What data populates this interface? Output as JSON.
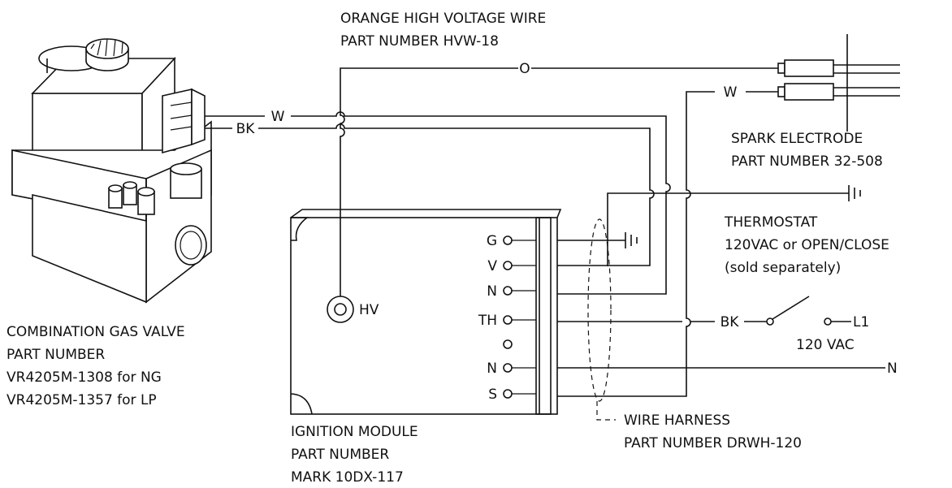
{
  "labels": {
    "hv_wire_line1": "ORANGE HIGH VOLTAGE WIRE",
    "hv_wire_line2": "PART NUMBER HVW-18",
    "spark_line1": "SPARK ELECTRODE",
    "spark_line2": "PART NUMBER 32-508",
    "thermostat_line1": "THERMOSTAT",
    "thermostat_line2": "120VAC or OPEN/CLOSE",
    "thermostat_line3": "(sold separately)",
    "gas_valve_line1": "COMBINATION GAS VALVE",
    "gas_valve_line2": "PART NUMBER",
    "gas_valve_line3": "VR4205M-1308 for NG",
    "gas_valve_line4": "VR4205M-1357 for LP",
    "module_line1": "IGNITION MODULE",
    "module_line2": "PART NUMBER",
    "module_line3": "MARK 10DX-117",
    "harness_line1": "WIRE HARNESS",
    "harness_line2": "PART NUMBER DRWH-120",
    "supply_voltage": "120 VAC"
  },
  "wire_codes": {
    "orange": "O",
    "white_valve": "W",
    "black_valve": "BK",
    "white_electrode": "W",
    "black_switch": "BK",
    "line": "L1",
    "neutral": "N"
  },
  "terminals": {
    "hv": "HV",
    "g": "G",
    "v": "V",
    "n1": "N",
    "th": "TH",
    "n2": "N",
    "s": "S"
  },
  "colors": {
    "line": "#111111",
    "background": "#ffffff"
  }
}
